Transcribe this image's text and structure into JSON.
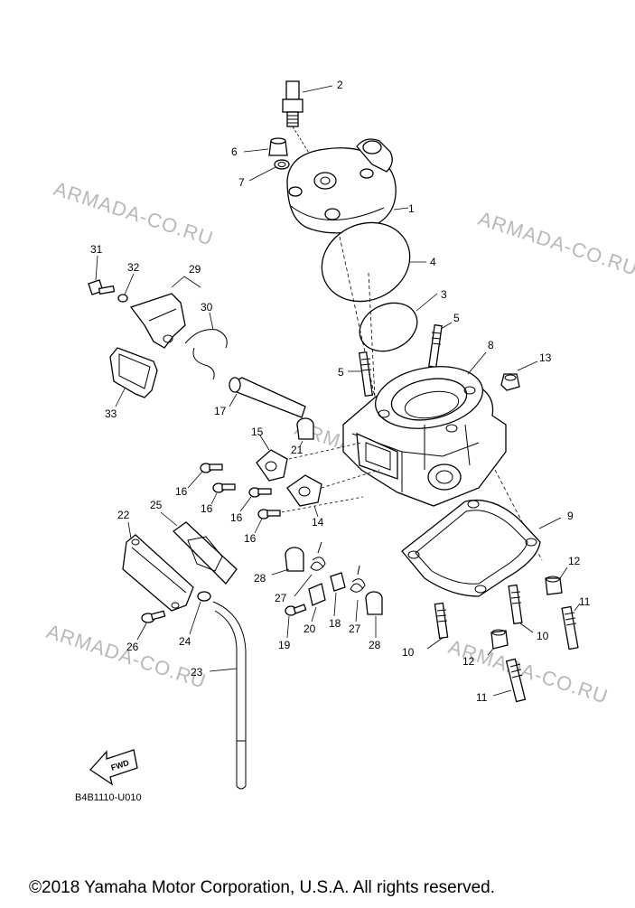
{
  "watermarks": [
    "ARMADA-CO.RU",
    "ARMADA-CO.RU",
    "ARMADA-CO.RU",
    "ARMADA-CO.RU",
    "ARMADA-CO.RU"
  ],
  "callouts": [
    "1",
    "2",
    "3",
    "4",
    "5",
    "5",
    "6",
    "7",
    "8",
    "9",
    "10",
    "10",
    "11",
    "11",
    "12",
    "12",
    "13",
    "14",
    "15",
    "16",
    "16",
    "16",
    "16",
    "17",
    "18",
    "19",
    "20",
    "21",
    "22",
    "23",
    "24",
    "25",
    "26",
    "27",
    "27",
    "28",
    "28",
    "29",
    "30",
    "31",
    "32",
    "33"
  ],
  "diagram_code": "B4B1110-U010",
  "fwd_label": "FWD",
  "copyright": "©2018 Yamaha Motor Corporation, U.S.A. All rights reserved."
}
